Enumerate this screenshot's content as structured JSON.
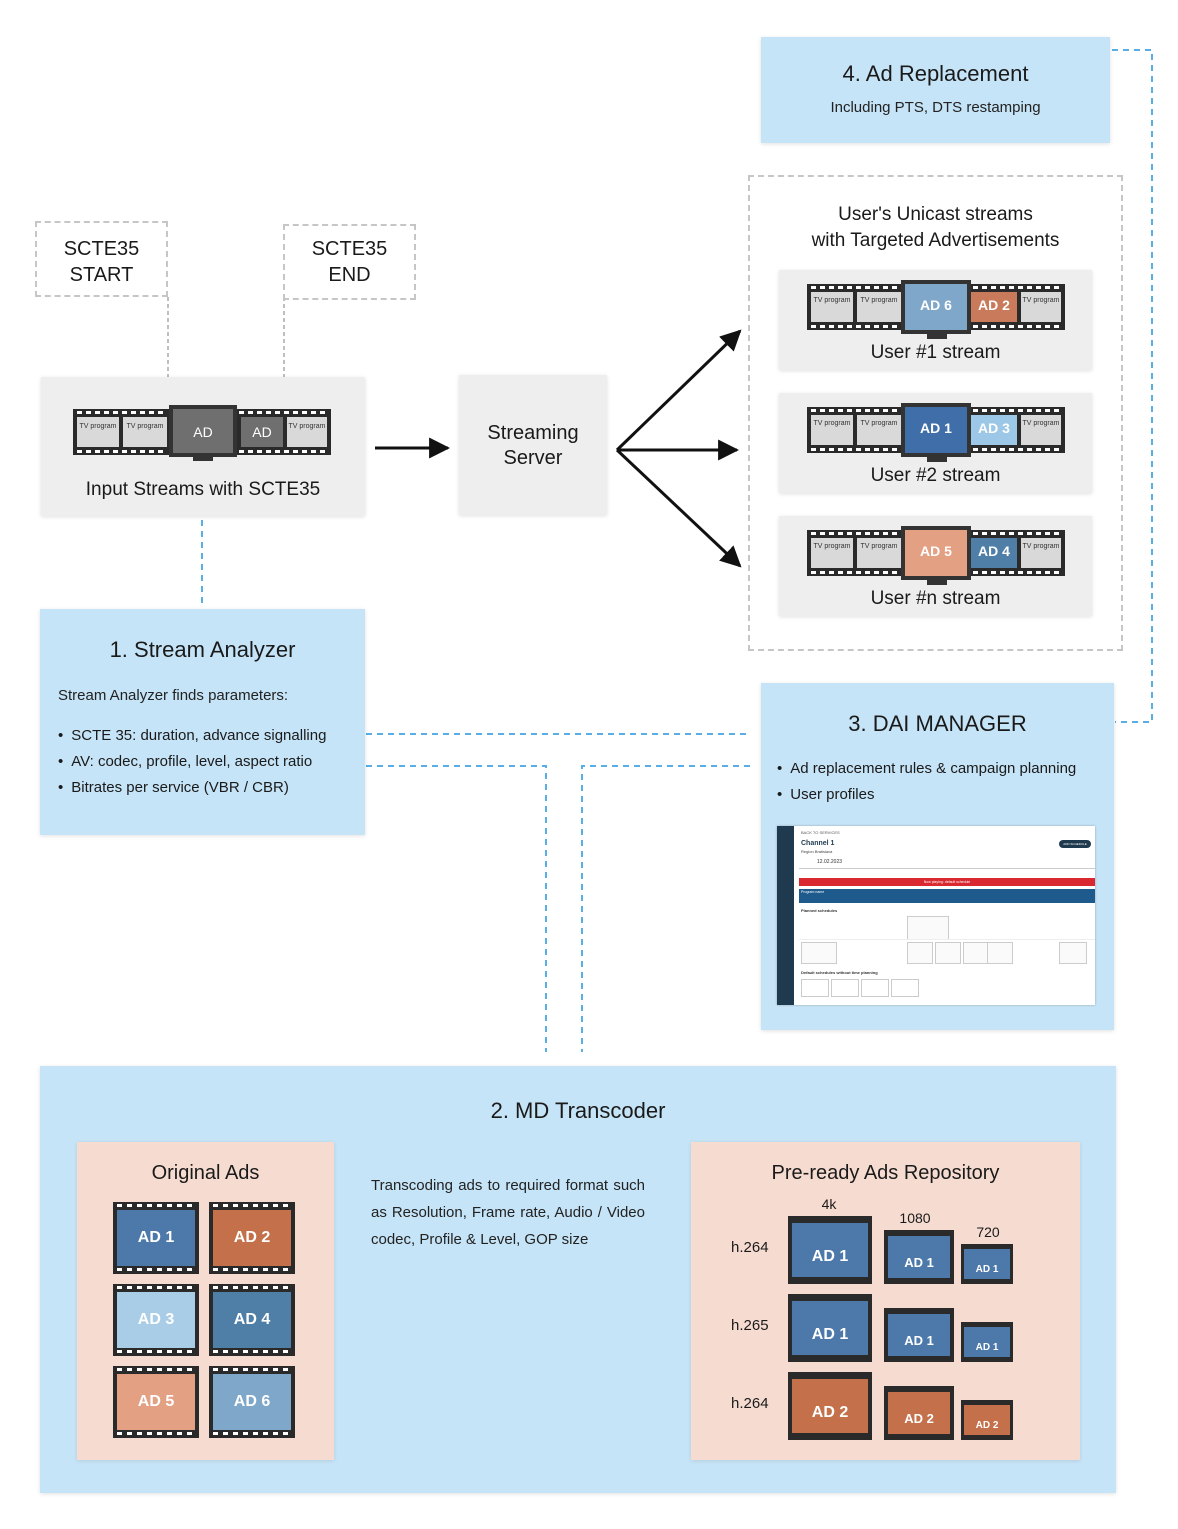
{
  "scte_start": {
    "line1": "SCTE35",
    "line2": "START"
  },
  "scte_end": {
    "line1": "SCTE35",
    "line2": "END"
  },
  "input_streams": {
    "label": "Input Streams with SCTE35",
    "frames": [
      "TV program",
      "TV program",
      "AD",
      "AD",
      "TV program"
    ]
  },
  "streaming_server": {
    "line1": "Streaming",
    "line2": "Server"
  },
  "ad_replacement": {
    "title": "4.  Ad Replacement",
    "subtitle": "Including PTS, DTS restamping"
  },
  "unicast": {
    "title_line1": "User's Unicast streams",
    "title_line2": "with Targeted Advertisements",
    "streams": [
      {
        "label": "User #1 stream",
        "ads": [
          "AD 6",
          "AD 2"
        ]
      },
      {
        "label": "User #2 stream",
        "ads": [
          "AD 1",
          "AD 3"
        ]
      },
      {
        "label": "User #n stream",
        "ads": [
          "AD 5",
          "AD 4"
        ]
      }
    ],
    "tv_program": "TV program"
  },
  "stream_analyzer": {
    "title": "1.  Stream Analyzer",
    "intro": "Stream Analyzer finds parameters:",
    "items": [
      "SCTE 35: duration, advance signalling",
      "AV: codec, profile, level, aspect ratio",
      "Bitrates per service (VBR / CBR)"
    ]
  },
  "dai_manager": {
    "title": "3.  DAI MANAGER",
    "items": [
      "Ad replacement rules & campaign planning",
      "User profiles"
    ],
    "screenshot": {
      "back_link": "BACK TO SERVICES",
      "channel": "Channel 1",
      "region": "Region Bratislava",
      "date": "12.02.2023",
      "add_button": "ADD SCHEDULE",
      "now_playing": "Now playing: default schedule",
      "planned": "Planned schedules",
      "default": "Default schedules without time planning",
      "program_name": "Program name"
    }
  },
  "md_transcoder": {
    "title": "2.  MD Transcoder",
    "original_ads": {
      "title": "Original Ads",
      "ads": [
        "AD 1",
        "AD 2",
        "AD 3",
        "AD 4",
        "AD 5",
        "AD 6"
      ]
    },
    "description": "Transcoding ads to required format such as Resolution, Frame rate, Audio / Video codec, Profile & Level, GOP size",
    "repository": {
      "title": "Pre-ready Ads Repository",
      "resolutions": [
        "4k",
        "1080",
        "720"
      ],
      "rows": [
        {
          "codec": "h.264",
          "ad": "AD 1"
        },
        {
          "codec": "h.265",
          "ad": "AD 1"
        },
        {
          "codec": "h.264",
          "ad": "AD 2"
        }
      ]
    }
  },
  "colors": {
    "blue_box": "#c6e4f7",
    "grey_box": "#eeeeef",
    "peach_box": "#f6dcd0",
    "dashed_blue": "#5aaee6",
    "film": "#2a2a2a"
  }
}
